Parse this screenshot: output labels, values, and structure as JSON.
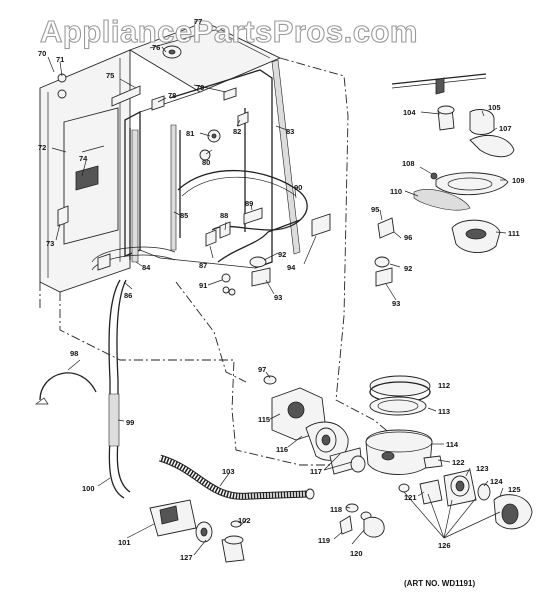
{
  "watermark": "AppliancePartsPros.com",
  "art_number": "(ART NO. WD1191)",
  "labels": {
    "70": "70",
    "71": "71",
    "72": "72",
    "73": "73",
    "74": "74",
    "75": "75",
    "76": "76",
    "77": "77",
    "78": "78",
    "79": "79",
    "80": "80",
    "81": "81",
    "82": "82",
    "83": "83",
    "84": "84",
    "85": "85",
    "86": "86",
    "87": "87",
    "88": "88",
    "89": "89",
    "90": "90",
    "91": "91",
    "92a": "92",
    "92b": "92",
    "93a": "93",
    "93b": "93",
    "94": "94",
    "95": "95",
    "96": "96",
    "97": "97",
    "98": "98",
    "99": "99",
    "100": "100",
    "101": "101",
    "102": "102",
    "103": "103",
    "104": "104",
    "105": "105",
    "107": "107",
    "108": "108",
    "109": "109",
    "110": "110",
    "111": "111",
    "112": "112",
    "113": "113",
    "114": "114",
    "115": "115",
    "116": "116",
    "117": "117",
    "118": "118",
    "119": "119",
    "120": "120",
    "121": "121",
    "122": "122",
    "123": "123",
    "124": "124",
    "125": "125",
    "126": "126",
    "127": "127"
  }
}
